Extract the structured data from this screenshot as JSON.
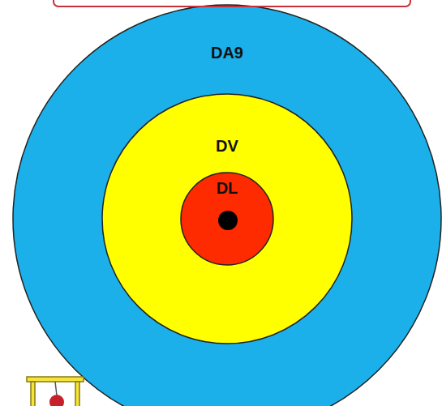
{
  "diagram": {
    "nodes": [
      {
        "text": [
          "DA9"
        ]
      },
      {
        "text": [
          "DV"
        ],
        "in": 0
      },
      {
        "text": [
          "DL"
        ],
        "in": 1
      }
    ]
  }
}
